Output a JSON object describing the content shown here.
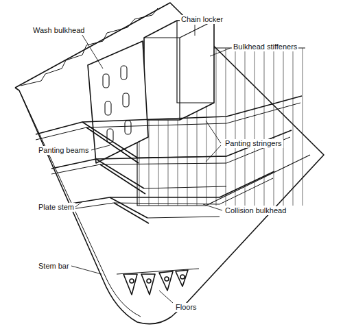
{
  "diagram": {
    "labels": [
      "Chain locker",
      "Wash bulkhead",
      "Bulkhead stiffeners",
      "Panting stringers",
      "Panting beams",
      "Plate stem",
      "Collision bulkhead",
      "Stem bar",
      "Floors"
    ]
  }
}
